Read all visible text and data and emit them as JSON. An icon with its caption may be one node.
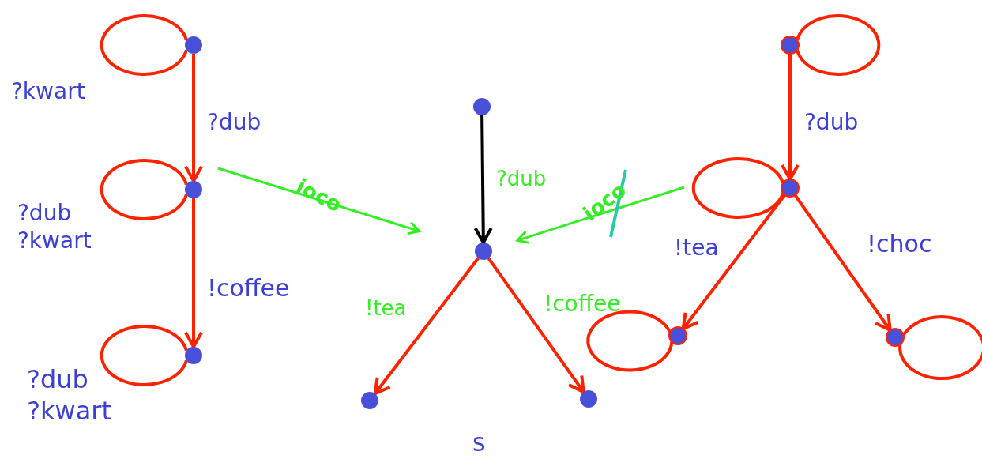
{
  "diagram": {
    "nodes": [
      {
        "text": [],
        "shape": "circle"
      },
      {
        "text": [],
        "shape": "circle"
      },
      {
        "text": [],
        "shape": "circle"
      },
      {
        "text": [],
        "shape": "circle"
      },
      {
        "text": [],
        "shape": "circle"
      },
      {
        "text": [],
        "shape": "circle"
      },
      {
        "text": [],
        "shape": "circle"
      },
      {
        "text": [],
        "shape": "circle"
      },
      {
        "text": [],
        "shape": "circle"
      },
      {
        "text": [],
        "shape": "circle"
      },
      {
        "text": [],
        "shape": "circle"
      }
    ],
    "edges": [
      {
        "from": 0,
        "to": 1,
        "arrow": "to",
        "label": "?dub"
      },
      {
        "from": 1,
        "to": 2,
        "arrow": "to",
        "label": "!coffee"
      },
      {
        "from": 0,
        "to": 0,
        "arrow": "none",
        "label": "?kwart"
      },
      {
        "from": 1,
        "to": 1,
        "arrow": "none",
        "label": "?dub ?kwart"
      },
      {
        "from": 2,
        "to": 2,
        "arrow": "none",
        "label": "?dub ?kwart"
      },
      {
        "from": 3,
        "to": 4,
        "arrow": "to",
        "label": "?dub",
        "color": "#000000"
      },
      {
        "from": 4,
        "to": 5,
        "arrow": "to",
        "label": "!tea"
      },
      {
        "from": 4,
        "to": 6,
        "arrow": "to",
        "label": "!coffee"
      },
      {
        "from": 7,
        "to": 7,
        "arrow": "none"
      },
      {
        "from": 7,
        "to": 8,
        "arrow": "to",
        "label": "?dub"
      },
      {
        "from": 8,
        "to": 8,
        "arrow": "none"
      },
      {
        "from": 8,
        "to": 9,
        "arrow": "to",
        "label": "!tea"
      },
      {
        "from": 8,
        "to": 10,
        "arrow": "to",
        "label": "!choc"
      },
      {
        "from": 9,
        "to": 9,
        "arrow": "none"
      },
      {
        "from": 10,
        "to": 10,
        "arrow": "none"
      },
      {
        "from": null,
        "to": 4,
        "arrow": "to",
        "label": "ioco",
        "color": "#33ee22"
      },
      {
        "from": null,
        "to": 4,
        "arrow": "to",
        "label": "ioco",
        "color": "#33ee22"
      }
    ],
    "labels": [
      "s"
    ]
  }
}
